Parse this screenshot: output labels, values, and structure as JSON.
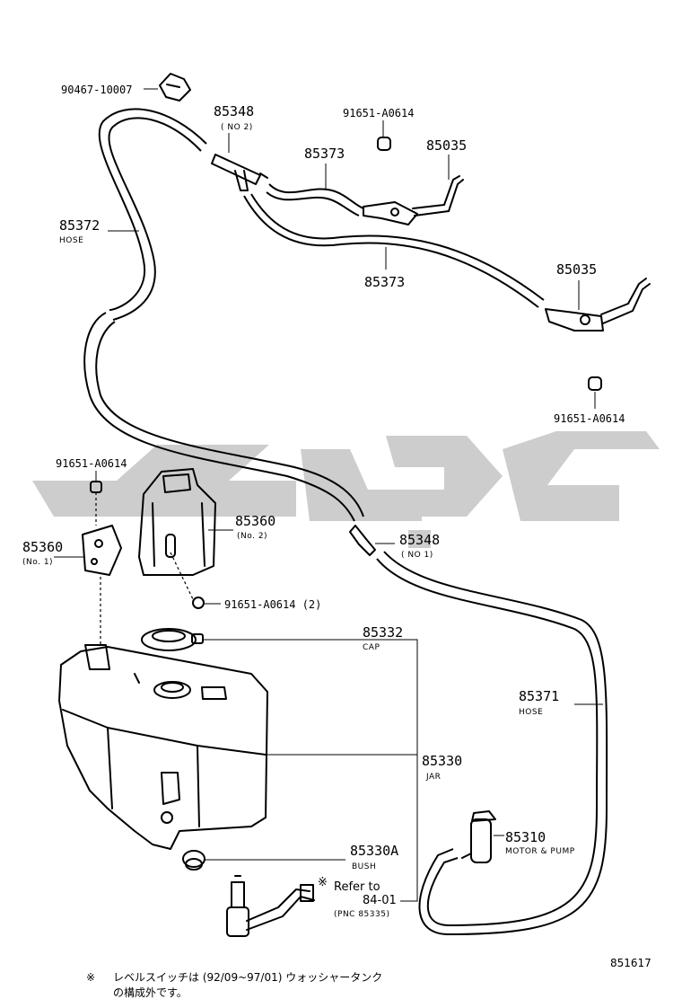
{
  "labels": {
    "p90467": "90467-10007",
    "p85348_top": "85348",
    "p85348_top_sub": "( NO 2)",
    "p91651_top": "91651-A0614",
    "p85373_top": "85373",
    "p85035_top": "85035",
    "p85372": "85372",
    "p85372_sub": "HOSE",
    "p85373_mid": "85373",
    "p85035_right": "85035",
    "p91651_right": "91651-A0614",
    "p91651_left": "91651-A0614",
    "p85360_left": "85360",
    "p85360_left_sub": "(No. 1)",
    "p85360_mid": "85360",
    "p85360_mid_sub": "(No. 2)",
    "p85348_mid": "85348",
    "p85348_mid_sub": "( NO 1)",
    "p91651_bottom": "91651-A0614 (2)",
    "p85332": "85332",
    "p85332_sub": "CAP",
    "p85371": "85371",
    "p85371_sub": "HOSE",
    "p85330": "85330",
    "p85330_sub": "JAR",
    "p85310": "85310",
    "p85310_sub": "MOTOR & PUMP",
    "p85330A": "85330A",
    "p85330A_sub": "BUSH",
    "refer_mark": "※",
    "refer_to": "Refer to",
    "refer_page": "84-01",
    "refer_pnc": "(PNC 85335)"
  },
  "footnote": {
    "mark": "※",
    "line1": "レベルスイッチは (92/09~97/01) ウォッシャータンク",
    "line2": "の構成外です。"
  },
  "diagram_code": "851617",
  "colors": {
    "line": "#000000",
    "watermark": "#c8c8c8"
  }
}
